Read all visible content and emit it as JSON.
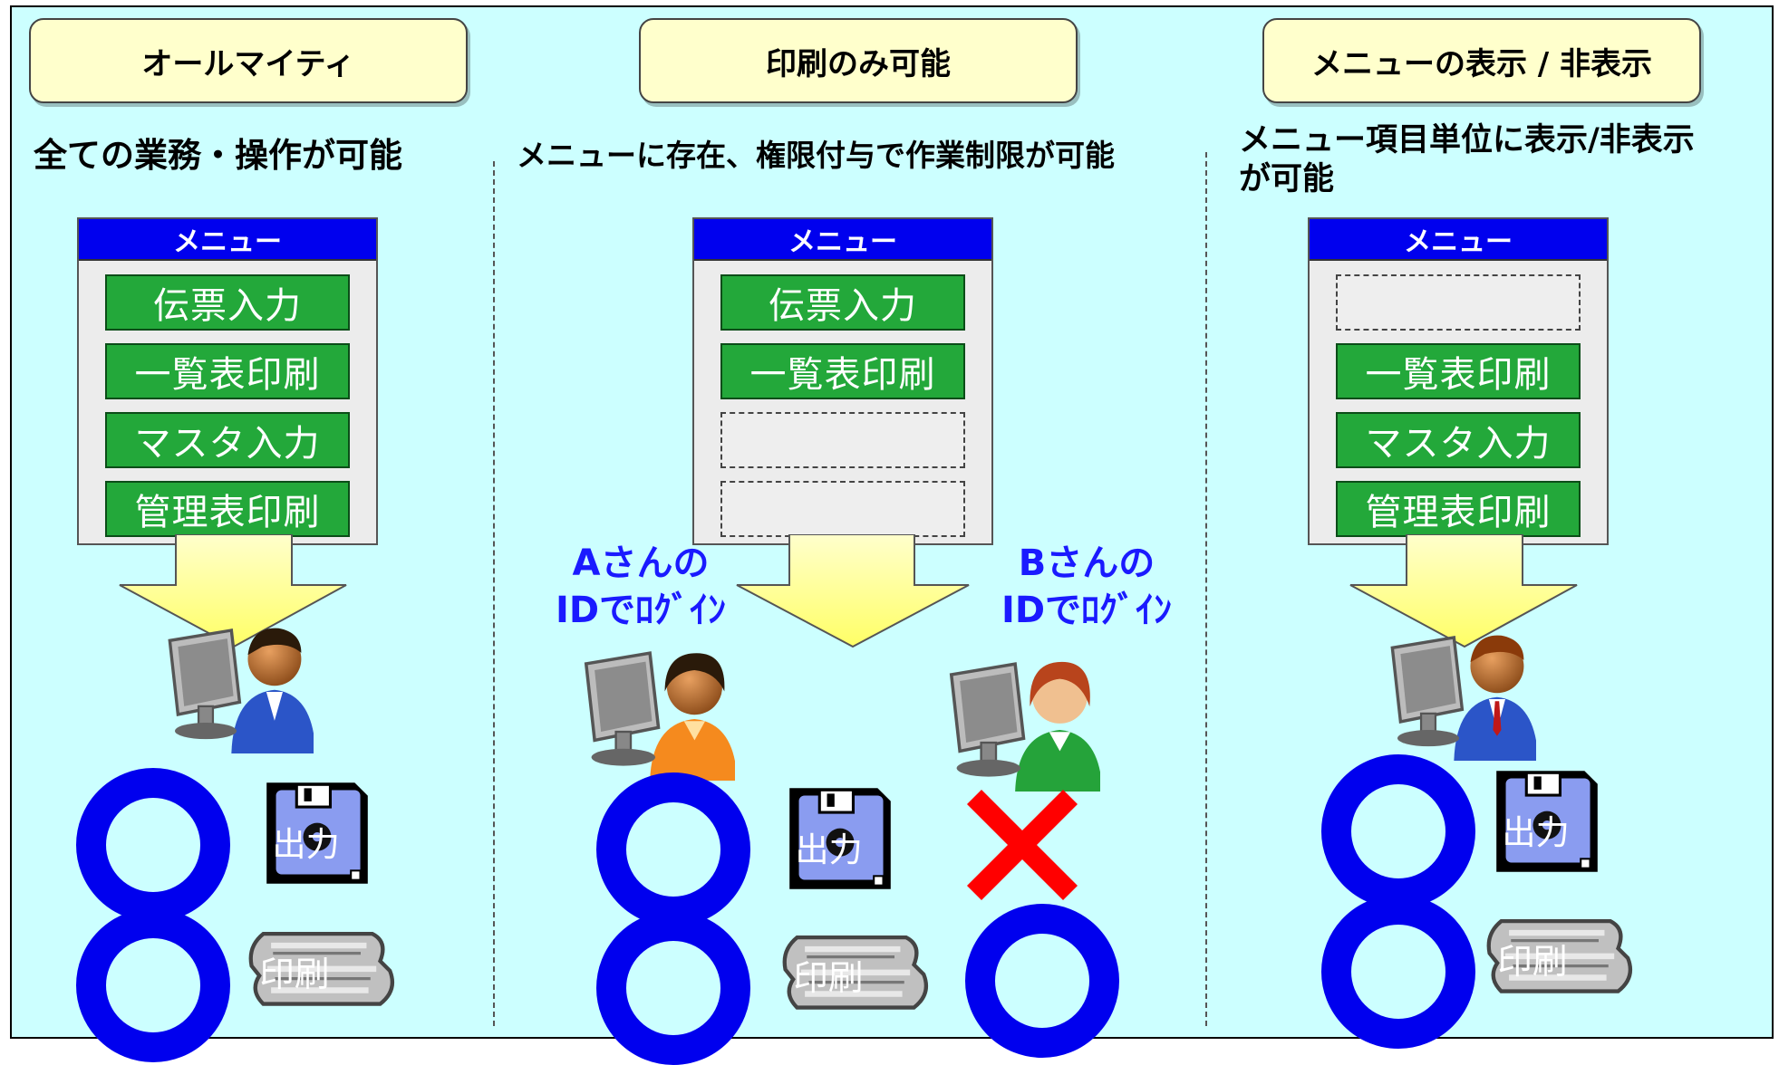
{
  "columns": [
    {
      "title": "オールマイティ",
      "description": "全ての業務・操作が可能",
      "menu": {
        "title": "メニュー",
        "items": [
          {
            "label": "伝票入力",
            "visible": true
          },
          {
            "label": "一覧表印刷",
            "visible": true
          },
          {
            "label": "マスタ入力",
            "visible": true
          },
          {
            "label": "管理表印刷",
            "visible": true
          }
        ]
      },
      "output_label": "出力",
      "print_label": "印刷"
    },
    {
      "title": "印刷のみ可能",
      "description": "メニューに存在、権限付与で作業制限が可能",
      "menu": {
        "title": "メニュー",
        "items": [
          {
            "label": "伝票入力",
            "visible": true
          },
          {
            "label": "一覧表印刷",
            "visible": true
          },
          {
            "label": "",
            "visible": false
          },
          {
            "label": "",
            "visible": false
          }
        ]
      },
      "users": [
        {
          "name": "Aさんの",
          "login": "IDでﾛｸﾞｲﾝ",
          "output": "allowed",
          "print": "allowed"
        },
        {
          "name": "Bさんの",
          "login": "IDでﾛｸﾞｲﾝ",
          "output": "denied",
          "print": "allowed"
        }
      ],
      "output_label": "出力",
      "print_label": "印刷"
    },
    {
      "title": "メニューの表示 / 非表示",
      "description_line1": "メニュー項目単位に表示/非表示",
      "description_line2": "が可能",
      "menu": {
        "title": "メニュー",
        "items": [
          {
            "label": "",
            "visible": false
          },
          {
            "label": "一覧表印刷",
            "visible": true
          },
          {
            "label": "マスタ入力",
            "visible": true
          },
          {
            "label": "管理表印刷",
            "visible": true
          }
        ]
      },
      "output_label": "出力",
      "print_label": "印刷"
    }
  ],
  "colors": {
    "background": "#ccffff",
    "header_fill": "#ffffcc",
    "menu_title": "#0000ee",
    "menu_item": "#23a83a",
    "ok_mark": "#0000ee",
    "ng_mark": "#ff0000",
    "login_text": "#1a1aff",
    "arrow_fill": "#ffff99"
  },
  "icons": [
    "user-at-computer-icon",
    "floppy-disk-icon",
    "printer-paper-icon",
    "ok-circle-icon",
    "ng-cross-icon",
    "down-arrow-icon"
  ]
}
